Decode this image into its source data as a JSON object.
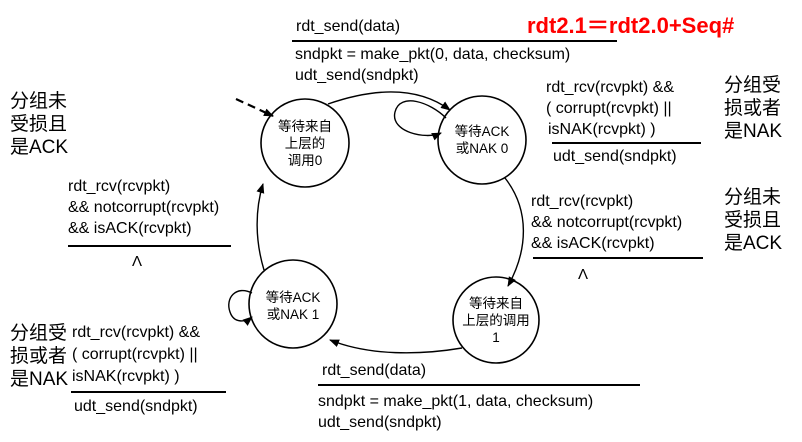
{
  "title": "rdt2.1＝rdt2.0+Seq#",
  "states": {
    "wait_call_0": "等待来自\n上层的\n调用0",
    "wait_ack_0": "等待ACK\n或NAK 0",
    "wait_call_1": "等待来自\n上层的调用\n1",
    "wait_ack_1": "等待ACK\n或NAK 1"
  },
  "transitions": {
    "send0": {
      "event": "rdt_send(data)",
      "actions": [
        "sndpkt = make_pkt(0, data, checksum)",
        "udt_send(sndpkt)"
      ]
    },
    "resend0": {
      "event": [
        "rdt_rcv(rcvpkt) &&",
        "( corrupt(rcvpkt) ||",
        "isNAK(rcvpkt) )"
      ],
      "action": "udt_send(sndpkt)"
    },
    "ack0": {
      "event": [
        "rdt_rcv(rcvpkt)",
        "&& notcorrupt(rcvpkt)",
        "&& isACK(rcvpkt)"
      ],
      "action": "Λ"
    },
    "send1": {
      "event": "rdt_send(data)",
      "actions": [
        "sndpkt = make_pkt(1, data, checksum)",
        "udt_send(sndpkt)"
      ]
    },
    "resend1": {
      "event": [
        "rdt_rcv(rcvpkt) &&",
        "( corrupt(rcvpkt) ||",
        "isNAK(rcvpkt) )"
      ],
      "action": "udt_send(sndpkt)"
    },
    "ack1": {
      "event": [
        "rdt_rcv(rcvpkt)",
        "&& notcorrupt(rcvpkt)",
        "&& isACK(rcvpkt)"
      ],
      "action": "Λ"
    }
  },
  "notes": {
    "left_top": "分组未\n受损且\n是ACK",
    "right_top": "分组受\n损或者\n是NAK",
    "right_mid": "分组未\n受损且\n是ACK",
    "left_bottom": "分组受\n损或者\n是NAK"
  }
}
